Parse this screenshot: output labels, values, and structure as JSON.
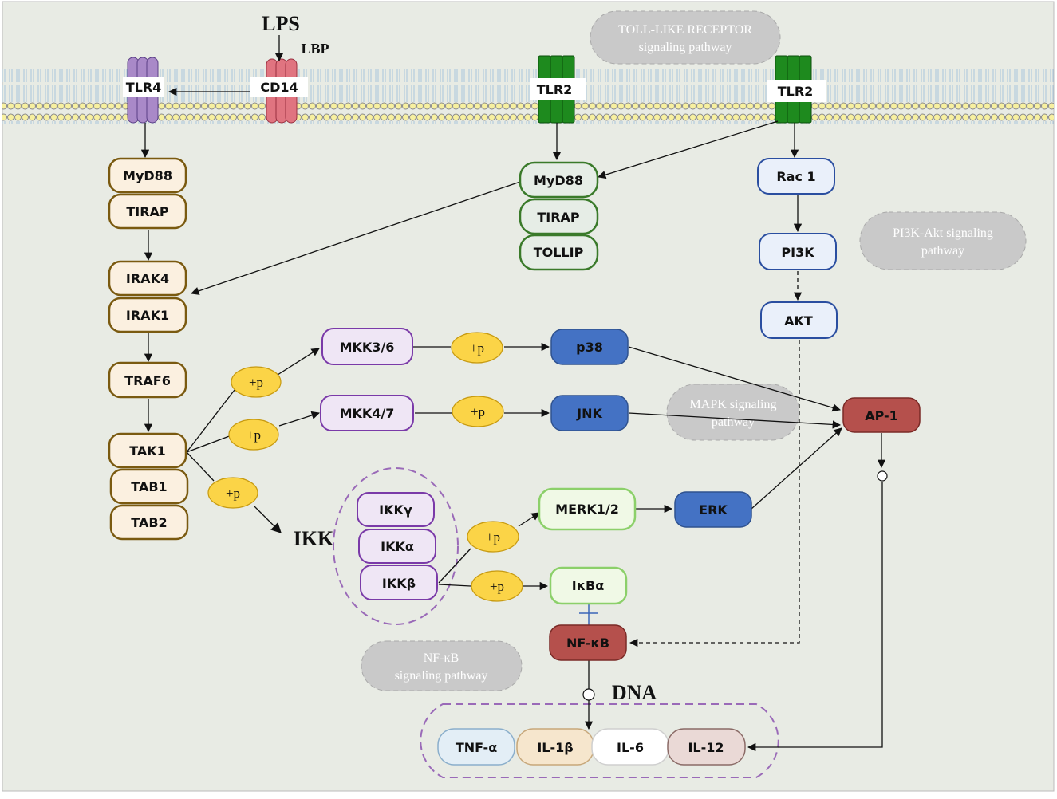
{
  "labels": {
    "lps": "LPS",
    "lbp": "LBP",
    "ikk": "IKK",
    "dna": "DNA"
  },
  "pathway_labels": {
    "tlr": [
      "TOLL-LIKE  RECEPTOR",
      "signaling pathway"
    ],
    "pi3k": [
      "PI3K-Akt  signaling",
      "pathway"
    ],
    "mapk": [
      "MAPK  signaling",
      "pathway"
    ],
    "nfkb": [
      "NF-κB",
      "signaling pathway"
    ]
  },
  "receptors": {
    "tlr4": "TLR4",
    "cd14": "CD14",
    "tlr2_a": "TLR2",
    "tlr2_b": "TLR2"
  },
  "nodes": {
    "myd88_left": "MyD88",
    "tirap_left": "TIRAP",
    "irak4": "IRAK4",
    "irak1": "IRAK1",
    "traf6": "TRAF6",
    "tak1": "TAK1",
    "tab1": "TAB1",
    "tab2": "TAB2",
    "myd88_mid": "MyD88",
    "tirap_mid": "TIRAP",
    "tollip": "TOLLIP",
    "rac1": "Rac 1",
    "pi3k": "PI3K",
    "akt": "AKT",
    "mkk36": "MKK3/6",
    "mkk47": "MKK4/7",
    "p38": "p38",
    "jnk": "JNK",
    "ap1": "AP-1",
    "ikkg": "IKKγ",
    "ikka": "IKKα",
    "ikkb": "IKKβ",
    "merk12": "MERK1/2",
    "erk": "ERK",
    "ikba": "IκBα",
    "nfkb": "NF-κB",
    "tnfa": "TNF-α",
    "il1b": "IL-1β",
    "il6": "IL-6",
    "il12": "IL-12"
  },
  "phospho_label": "+p",
  "colors": {
    "background": "#e8ebe4",
    "brown_fill": "#fbf0e0",
    "brown_stroke": "#7a5a10",
    "green_fill": "#e6ede6",
    "green_stroke": "#3a7a2a",
    "blue_light_fill": "#eaf0fa",
    "blue_light_stroke": "#2a4ea0",
    "purple_fill": "#efe6f5",
    "purple_stroke": "#7a3aa8",
    "blue_dark_fill": "#4472c4",
    "red_fill": "#b5504c",
    "lightgreen_fill": "#f0f9e6",
    "lightgreen_stroke": "#8cd06a",
    "yellow_fill": "#fbd447",
    "yellow_stroke": "#c79a10",
    "gray_pathway": "#c9c9c9",
    "tlr4_purple": "#a989c8",
    "cd14_pink": "#e07480",
    "tlr2_green": "#1e8a1e"
  }
}
